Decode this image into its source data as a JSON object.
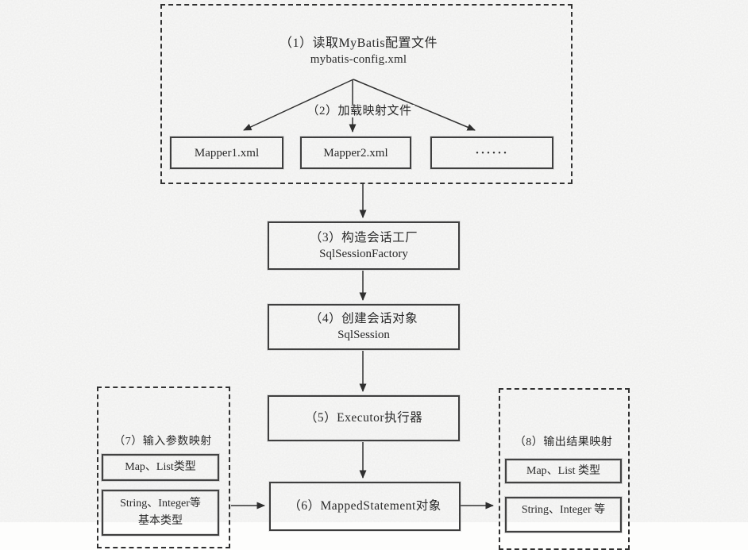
{
  "colors": {
    "background": "#fdfdfc",
    "line": "#2e2e2e",
    "text": "#242424",
    "box_border": "#3c3c3c"
  },
  "config_panel": {
    "step1_line1": "（1）读取MyBatis配置文件",
    "step1_line2": "mybatis-config.xml",
    "step2_label": "（2）加载映射文件",
    "mappers": [
      "Mapper1.xml",
      "Mapper2.xml",
      "······"
    ]
  },
  "flow": {
    "step3_line1": "（3）构造会话工厂",
    "step3_line2": "SqlSessionFactory",
    "step4_line1": "（4）创建会话对象",
    "step4_line2": "SqlSession",
    "step5_label": "（5）Executor执行器",
    "step6_label": "（6）MappedStatement对象"
  },
  "input_panel": {
    "title": "（7）输入参数映射",
    "box1": "Map、List类型",
    "box2_line1": "String、Integer等",
    "box2_line2": "基本类型"
  },
  "output_panel": {
    "title": "（8）输出结果映射",
    "box1": "Map、List 类型",
    "box2": "String、Integer 等"
  }
}
